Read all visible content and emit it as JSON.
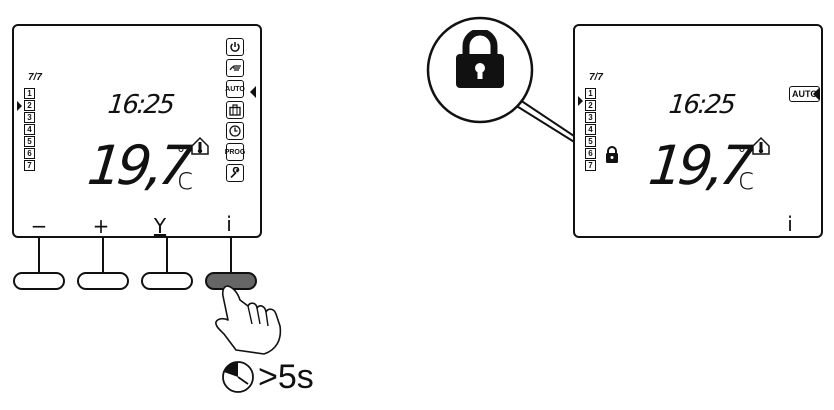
{
  "left_display": {
    "days_label": "7/7",
    "days": [
      "1",
      "2",
      "3",
      "4",
      "5",
      "6",
      "7"
    ],
    "clock": "16:25",
    "temperature": "19,7",
    "degree": "°",
    "unit": "c",
    "modes": [
      {
        "icon": "power-icon"
      },
      {
        "icon": "hand-icon"
      },
      {
        "icon": "auto-icon",
        "label": "AUTO"
      },
      {
        "icon": "suitcase-icon"
      },
      {
        "icon": "clock-icon"
      },
      {
        "icon": "prog-icon",
        "label": "PROG"
      },
      {
        "icon": "wrench-icon"
      }
    ],
    "buttons": [
      {
        "label": "−"
      },
      {
        "label": "+"
      },
      {
        "label": "Y"
      },
      {
        "label": "i"
      }
    ]
  },
  "instruction": {
    "timer_text": ">5s"
  },
  "right_display": {
    "days_label": "7/7",
    "days": [
      "1",
      "2",
      "3",
      "4",
      "5",
      "6",
      "7"
    ],
    "clock": "16:25",
    "temperature": "19,7",
    "degree": "°",
    "unit": "c",
    "mode_badge": "AUTO",
    "info_label": "i"
  }
}
